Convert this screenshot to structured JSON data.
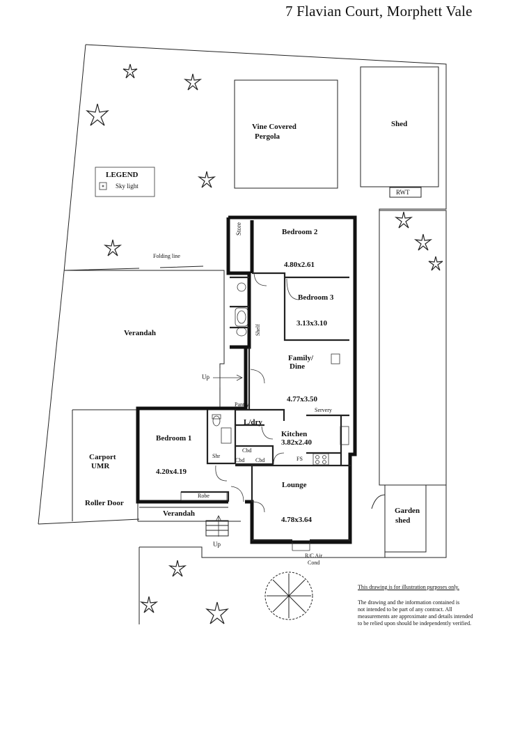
{
  "title": "7 Flavian Court, Morphett Vale",
  "legend": {
    "heading": "LEGEND",
    "skylight": "Sky light"
  },
  "outdoor": {
    "pergola": [
      "Vine Covered",
      "Pergola"
    ],
    "shed": "Shed",
    "rwt": "RWT",
    "folding_line": "Folding line",
    "verandah_main": "Verandah",
    "verandah_front": "Verandah",
    "carport": [
      "Carport",
      "UMR"
    ],
    "roller_door": "Roller Door",
    "garden_shed": [
      "Garden",
      "shed"
    ],
    "up_1": "Up",
    "up_2": "Up",
    "rc_air": [
      "R/C Air",
      "Cond"
    ]
  },
  "rooms": {
    "bedroom2": {
      "name": "Bedroom 2",
      "dims": "4.80x2.61"
    },
    "bedroom3": {
      "name": "Bedroom 3",
      "dims": "3.13x3.10"
    },
    "family": {
      "name": [
        "Family/",
        "Dine"
      ],
      "dims": "4.77x3.50"
    },
    "kitchen": {
      "name": "Kitchen",
      "dims": "3.82x2.40"
    },
    "bedroom1": {
      "name": "Bedroom 1",
      "dims": "4.20x4.19"
    },
    "lounge": {
      "name": "Lounge",
      "dims": "4.78x3.64"
    },
    "store": "Store",
    "pantry": "Pantry",
    "ldry": "L/dry",
    "servery": "Servery",
    "fs": "FS",
    "shr": "Shr",
    "shelf": "Shelf",
    "robe": "Robe",
    "cbd1": "Cbd",
    "cbd2": "Cbd",
    "cbd3": "Cbd"
  },
  "disclaimer": {
    "heading": "This drawing is for illustration purposes only.",
    "body": [
      "The drawing and the information contained is",
      "not intended to be part of any contract.  All",
      "measurements are approximate and details intended",
      "to be relied upon should be independently verified."
    ]
  }
}
